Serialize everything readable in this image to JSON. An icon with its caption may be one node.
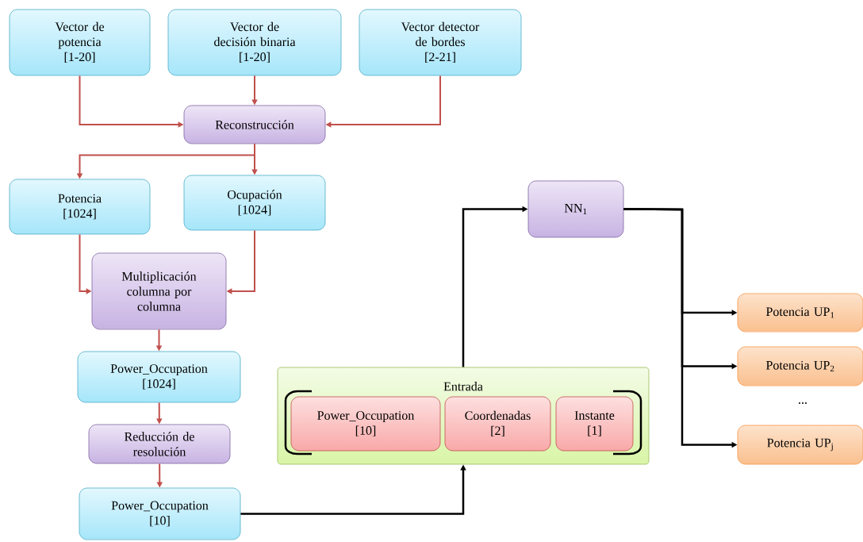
{
  "diagram": {
    "nodes": [
      {
        "text": [
          "Vector de potencia",
          "[1-20]"
        ]
      },
      {
        "text": [
          "Vector de decisión binaria",
          "[1-20]"
        ]
      },
      {
        "text": [
          "Vector detector de bordes",
          "[2-21]"
        ]
      },
      {
        "text": [
          "Reconstrucción"
        ]
      },
      {
        "text": [
          "Potencia",
          "[1024]"
        ]
      },
      {
        "text": [
          "Ocupación",
          "[1024]"
        ]
      },
      {
        "text": [
          "Multiplicación columna por columna"
        ]
      },
      {
        "text": [
          "Power_Occupation",
          "[1024]"
        ]
      },
      {
        "text": [
          "Reducción de resolución"
        ]
      },
      {
        "text": [
          "Power_Occupation",
          "[10]"
        ]
      },
      {
        "text": [
          "Entrada"
        ]
      },
      {
        "text": [
          "Power_Occupation",
          "[10]"
        ],
        "in": 10
      },
      {
        "text": [
          "Coordenadas",
          "[2]"
        ],
        "in": 10
      },
      {
        "text": [
          "Instante",
          "[1]"
        ],
        "in": 10
      },
      {
        "text": [
          "NN$_{1}$"
        ]
      },
      {
        "text": [
          "Potencia UP$_{1}$"
        ]
      },
      {
        "text": [
          "Potencia UP$_{2}$"
        ]
      },
      {
        "text": [
          "Potencia UP$_{j}$"
        ]
      }
    ],
    "edges": [
      {
        "from": 0,
        "to": 3,
        "arrow": "to"
      },
      {
        "from": 1,
        "to": 3,
        "arrow": "to"
      },
      {
        "from": 2,
        "to": 3,
        "arrow": "to"
      },
      {
        "from": 3,
        "to": 4,
        "arrow": "to"
      },
      {
        "from": 3,
        "to": 5,
        "arrow": "to"
      },
      {
        "from": 4,
        "to": 6,
        "arrow": "to"
      },
      {
        "from": 5,
        "to": 6,
        "arrow": "to"
      },
      {
        "from": 6,
        "to": 7,
        "arrow": "to"
      },
      {
        "from": 7,
        "to": 8,
        "arrow": "to"
      },
      {
        "from": 8,
        "to": 9,
        "arrow": "to"
      },
      {
        "from": 9,
        "to": 10,
        "arrow": "to",
        "color": "#000000"
      },
      {
        "from": 10,
        "to": 14,
        "arrow": "to",
        "color": "#000000"
      },
      {
        "from": 14,
        "to": 15,
        "arrow": "to",
        "color": "#000000"
      },
      {
        "from": 14,
        "to": 16,
        "arrow": "to",
        "color": "#000000"
      },
      {
        "from": 14,
        "to": 17,
        "arrow": "to",
        "color": "#000000"
      }
    ],
    "labels": [
      "..."
    ]
  }
}
